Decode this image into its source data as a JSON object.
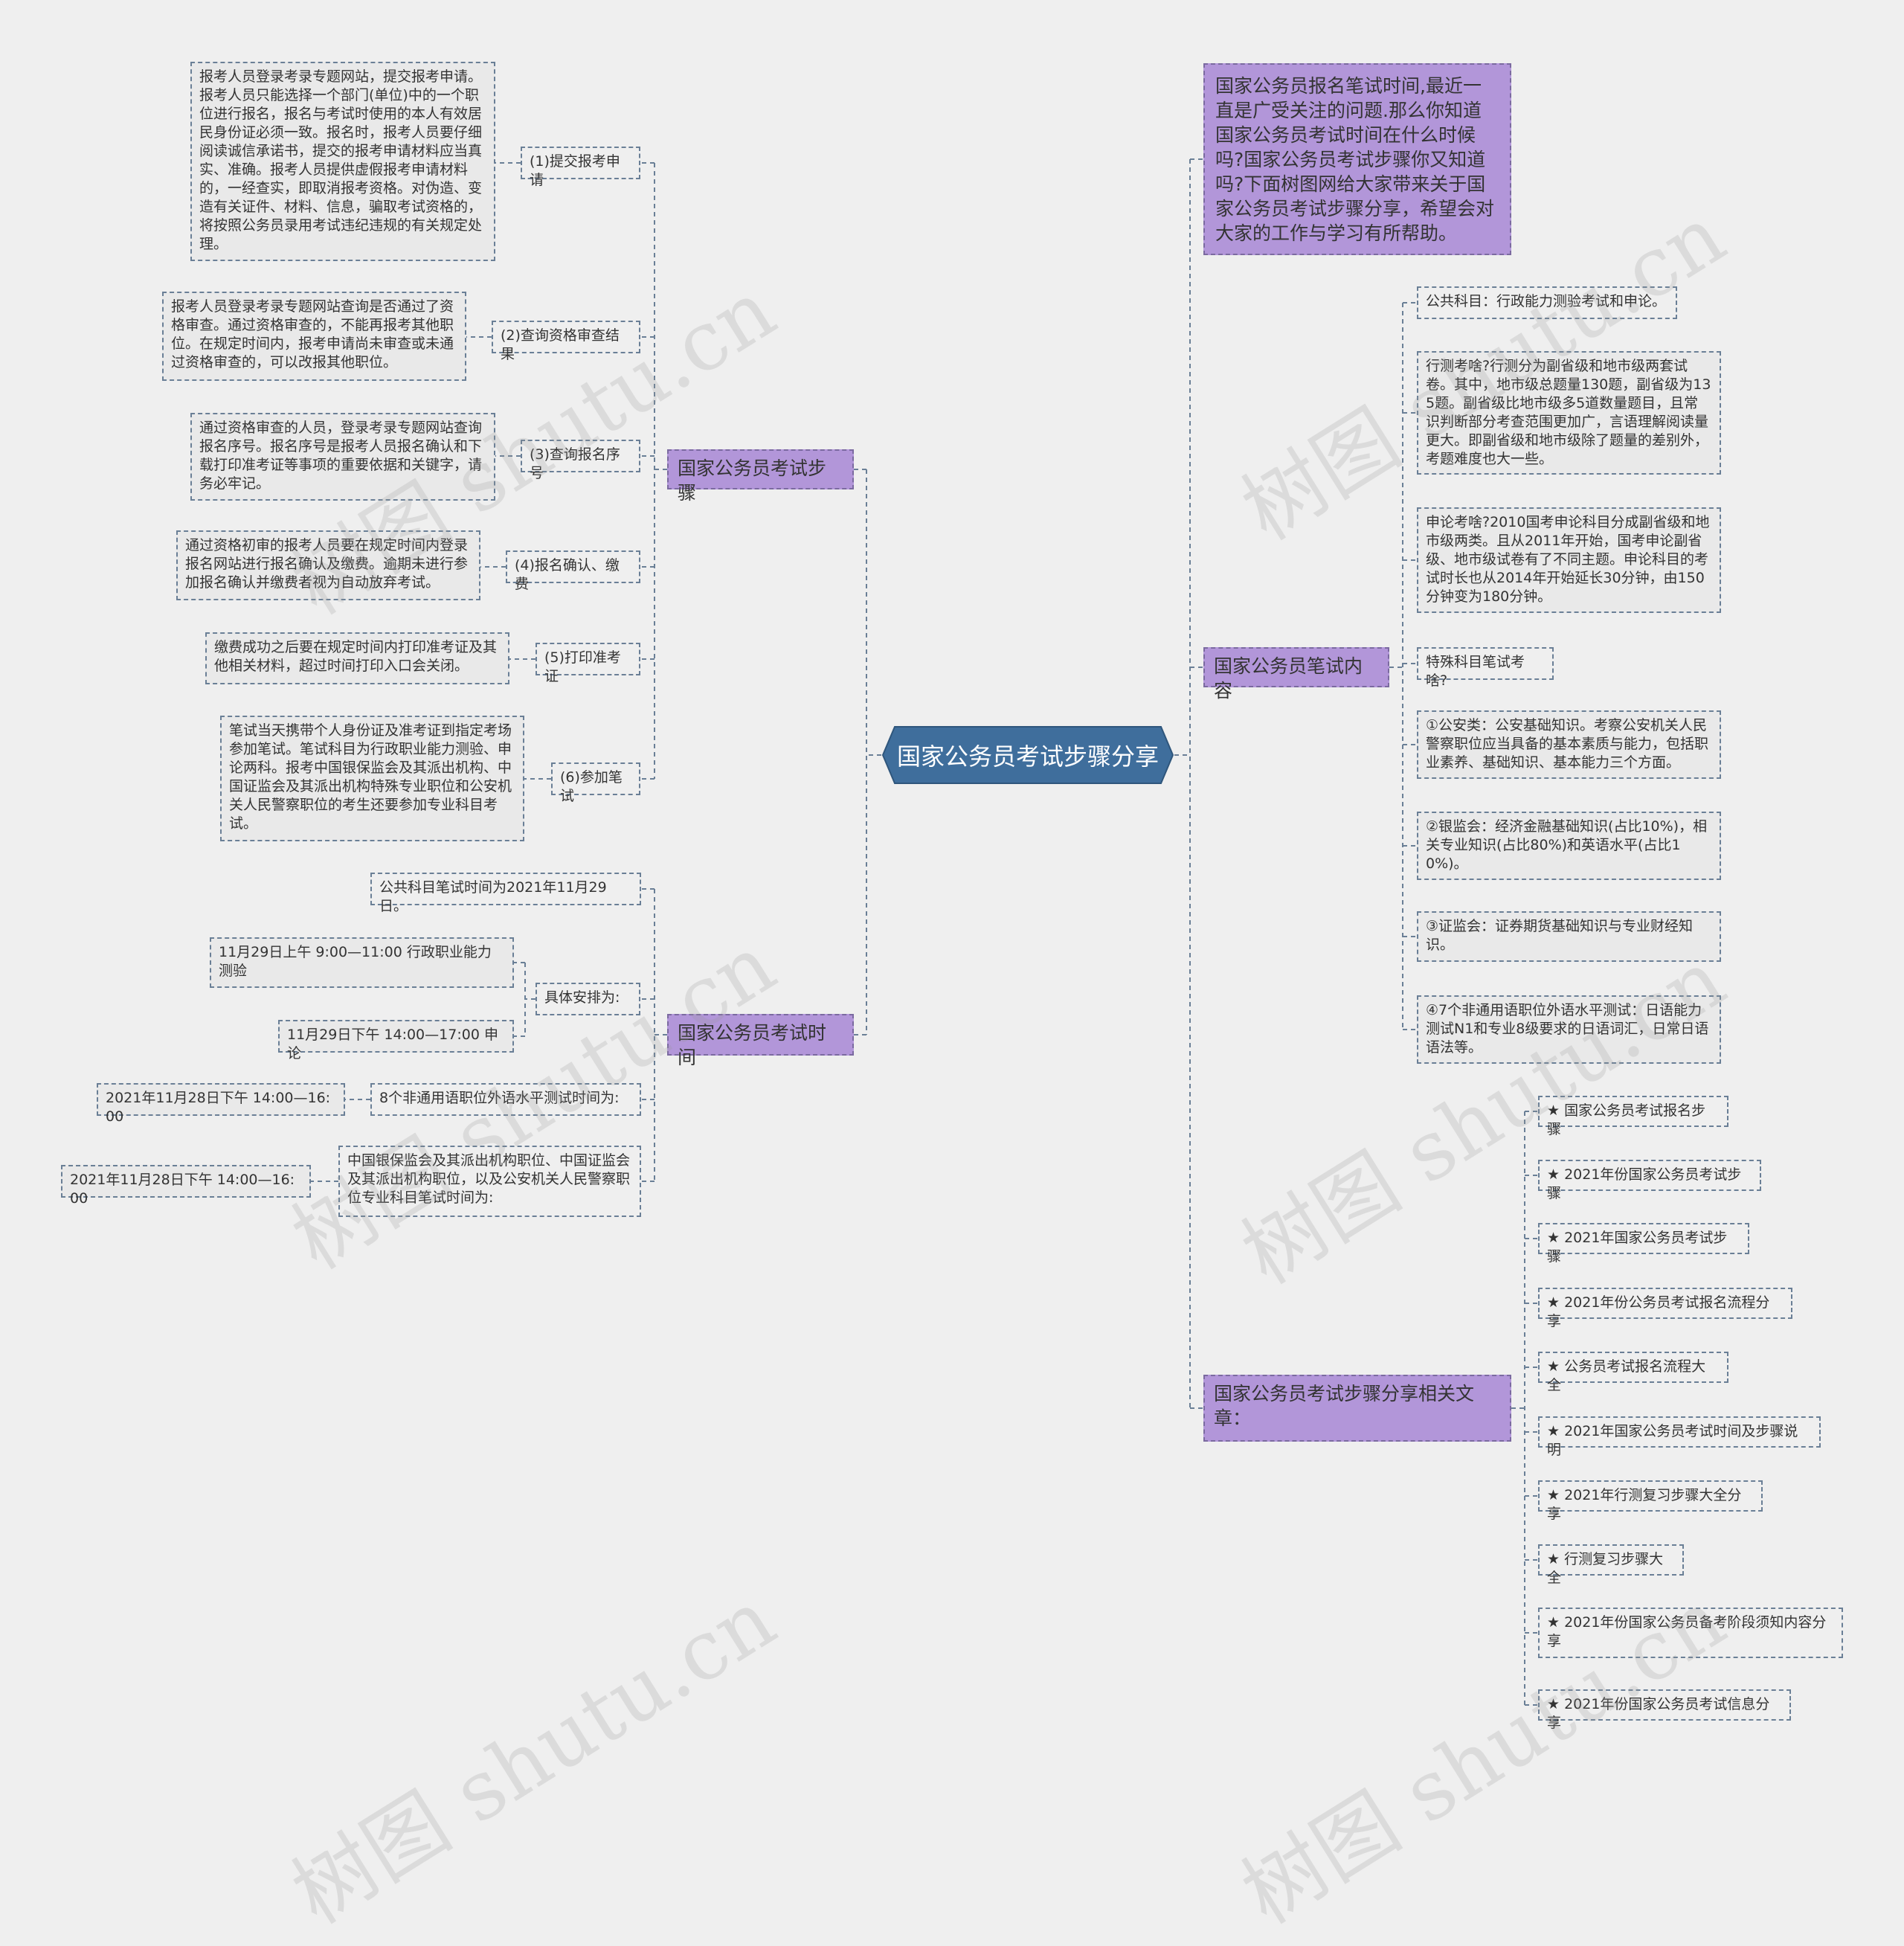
{
  "root": "国家公务员考试步骤分享",
  "intro": "国家公务员报名笔试时间,最近一直是广受关注的问题.那么你知道国家公务员考试时间在什么时候吗?国家公务员考试步骤你又知道吗?下面树图网给大家带来关于国家公务员考试步骤分享，希望会对大家的工作与学习有所帮助。",
  "left": {
    "steps": {
      "title": "国家公务员考试步骤",
      "items": [
        {
          "label": "(1)提交报考申请",
          "detail": "报考人员登录考录专题网站，提交报考申请。报考人员只能选择一个部门(单位)中的一个职位进行报名，报名与考试时使用的本人有效居民身份证必须一致。报名时，报考人员要仔细阅读诚信承诺书，提交的报考申请材料应当真实、准确。报考人员提供虚假报考申请材料的，一经查实，即取消报考资格。对伪造、变造有关证件、材料、信息，骗取考试资格的，将按照公务员录用考试违纪违规的有关规定处理。"
        },
        {
          "label": "(2)查询资格审查结果",
          "detail": "报考人员登录考录专题网站查询是否通过了资格审查。通过资格审查的，不能再报考其他职位。在规定时间内，报考申请尚未审查或未通过资格审查的，可以改报其他职位。"
        },
        {
          "label": "(3)查询报名序号",
          "detail": "通过资格审查的人员，登录考录专题网站查询报名序号。报名序号是报考人员报名确认和下载打印准考证等事项的重要依据和关键字，请务必牢记。"
        },
        {
          "label": "(4)报名确认、缴费",
          "detail": "通过资格初审的报考人员要在规定时间内登录报名网站进行报名确认及缴费。逾期未进行参加报名确认并缴费者视为自动放弃考试。"
        },
        {
          "label": "(5)打印准考证",
          "detail": "缴费成功之后要在规定时间内打印准考证及其他相关材料，超过时间打印入口会关闭。"
        },
        {
          "label": "(6)参加笔试",
          "detail": "笔试当天携带个人身份证及准考证到指定考场参加笔试。笔试科目为行政职业能力测验、申论两科。报考中国银保监会及其派出机构、中国证监会及其派出机构特殊专业职位和公安机关人民警察职位的考生还要参加专业科目考试。"
        }
      ]
    },
    "time": {
      "title": "国家公务员考试时间",
      "public": "公共科目笔试时间为2021年11月29日。",
      "schedule_label": "具体安排为:",
      "schedule": [
        "11月29日上午 9:00—11:00 行政职业能力测验",
        "11月29日下午 14:00—17:00 申论"
      ],
      "lang_label": "8个非通用语职位外语水平测试时间为:",
      "lang_time": "2021年11月28日下午 14:00—16:00",
      "special_label": "中国银保监会及其派出机构职位、中国证监会及其派出机构职位，以及公安机关人民警察职位专业科目笔试时间为:",
      "special_time": "2021年11月28日下午 14:00—16:00"
    }
  },
  "right": {
    "content": {
      "title": "国家公务员笔试内容",
      "items": [
        "公共科目：行政能力测验考试和申论。",
        "行测考啥?行测分为副省级和地市级两套试卷。其中，地市级总题量130题，副省级为135题。副省级比地市级多5道数量题目，且常识判断部分考查范围更加广，言语理解阅读量更大。即副省级和地市级除了题量的差别外，考题难度也大一些。",
        "申论考啥?2010国考申论科目分成副省级和地市级两类。且从2011年开始，国考申论副省级、地市级试卷有了不同主题。申论科目的考试时长也从2014年开始延长30分钟，由150分钟变为180分钟。",
        "特殊科目笔试考啥?",
        "①公安类：公安基础知识。考察公安机关人民警察职位应当具备的基本素质与能力，包括职业素养、基础知识、基本能力三个方面。",
        "②银监会：经济金融基础知识(占比10%)，相关专业知识(占比80%)和英语水平(占比10%)。",
        "③证监会：证券期货基础知识与专业财经知识。",
        "④7个非通用语职位外语水平测试：日语能力测试N1和专业8级要求的日语词汇，日常日语语法等。"
      ]
    },
    "related": {
      "title": "国家公务员考试步骤分享相关文章：",
      "items": [
        "★ 国家公务员考试报名步骤",
        "★ 2021年份国家公务员考试步骤",
        "★ 2021年国家公务员考试步骤",
        "★ 2021年份公务员考试报名流程分享",
        "★ 公务员考试报名流程大全",
        "★ 2021年国家公务员考试时间及步骤说明",
        "★ 2021年行测复习步骤大全分享",
        "★ 行测复习步骤大全",
        "★ 2021年份国家公务员备考阶段须知内容分享",
        "★ 2021年份国家公务员考试信息分享"
      ]
    }
  },
  "watermark": "树图 shutu.cn",
  "colors": {
    "root": "#3f6e9c",
    "branch": "#b296d9",
    "line": "#6a7f96",
    "background": "#efefef"
  }
}
